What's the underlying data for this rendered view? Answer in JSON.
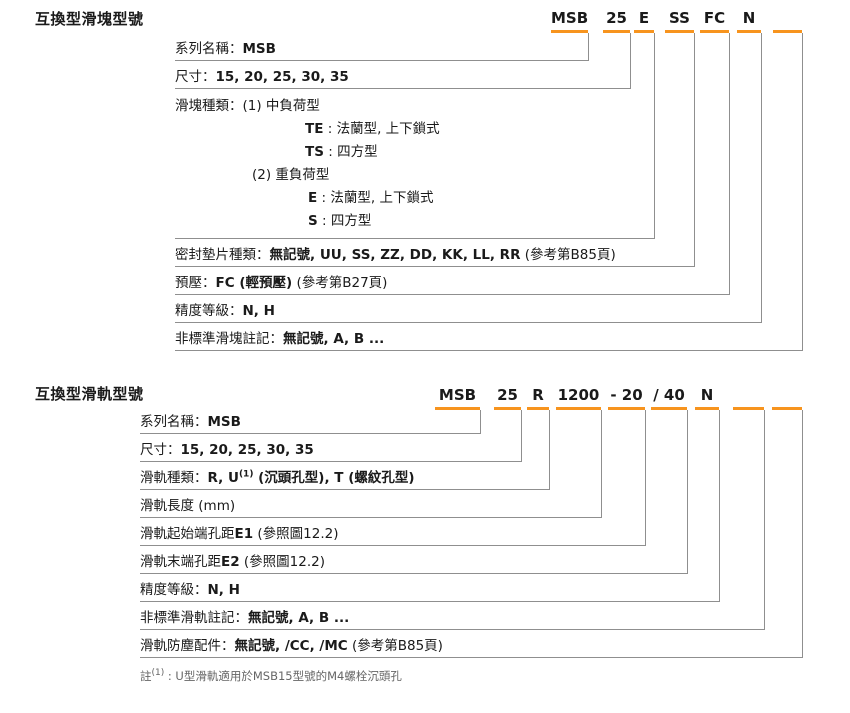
{
  "colors": {
    "accent": "#F7941E",
    "line": "#8F8F8F",
    "text": "#1A1A1A"
  },
  "slider_section": {
    "title": "互換型滑塊型號",
    "codes": [
      "MSB",
      "25",
      "E",
      "SS",
      "FC",
      "N"
    ],
    "rows": {
      "series": {
        "label": "系列名稱：",
        "value": "MSB"
      },
      "size": {
        "label": "尺寸：",
        "value": "15, 20, 25, 30, 35"
      },
      "block_type": {
        "label": "滑塊種類：",
        "group1": "(1) 中負荷型",
        "items1": [
          {
            "code": "TE",
            "desc": " : 法蘭型, 上下鎖式"
          },
          {
            "code": "TS",
            "desc": " : 四方型"
          }
        ],
        "group2": "(2) 重負荷型",
        "items2": [
          {
            "code": "E",
            "desc": " : 法蘭型, 上下鎖式"
          },
          {
            "code": "S",
            "desc": " : 四方型"
          }
        ]
      },
      "seal": {
        "label": "密封墊片種類：",
        "value": "無記號, UU, SS, ZZ, DD, KK, LL, RR",
        "note": "  (參考第B85頁)"
      },
      "preload": {
        "label": "預壓：",
        "value": "FC (輕預壓)",
        "note": " (參考第B27頁)"
      },
      "accuracy": {
        "label": "精度等級：",
        "value": "N, H"
      },
      "nonstandard": {
        "label": "非標準滑塊註記：",
        "value": "無記號, A, B ..."
      }
    }
  },
  "rail_section": {
    "title": "互換型滑軌型號",
    "codes": [
      "MSB",
      "25",
      "R",
      "1200",
      "- 20",
      "/ 40",
      "N"
    ],
    "rows": {
      "series": {
        "label": "系列名稱：",
        "value": "MSB"
      },
      "size": {
        "label": "尺寸：",
        "value": "15, 20, 25, 30, 35"
      },
      "rail_type": {
        "label": "滑軌種類：",
        "value1": "R, U",
        "sup": "(1)",
        "value2": " (沉頭孔型), T (螺紋孔型)"
      },
      "length": {
        "label": "滑軌長度 (mm)"
      },
      "e1": {
        "label": "滑軌起始端孔距",
        "value": "E1",
        "note": " (參照圖12.2)"
      },
      "e2": {
        "label": "滑軌末端孔距",
        "value": "E2",
        "note": " (參照圖12.2)"
      },
      "accuracy": {
        "label": "精度等級：",
        "value": "N, H"
      },
      "nonstandard": {
        "label": "非標準滑軌註記：",
        "value": "無記號, A, B ..."
      },
      "dust": {
        "label": "滑軌防塵配件：",
        "value": "無記號, /CC, /MC",
        "note": " (參考第B85頁)"
      }
    },
    "footnote": {
      "prefix": "註",
      "sup": "(1)",
      "text": " : U型滑軌適用於MSB15型號的M4螺栓沉頭孔"
    }
  }
}
